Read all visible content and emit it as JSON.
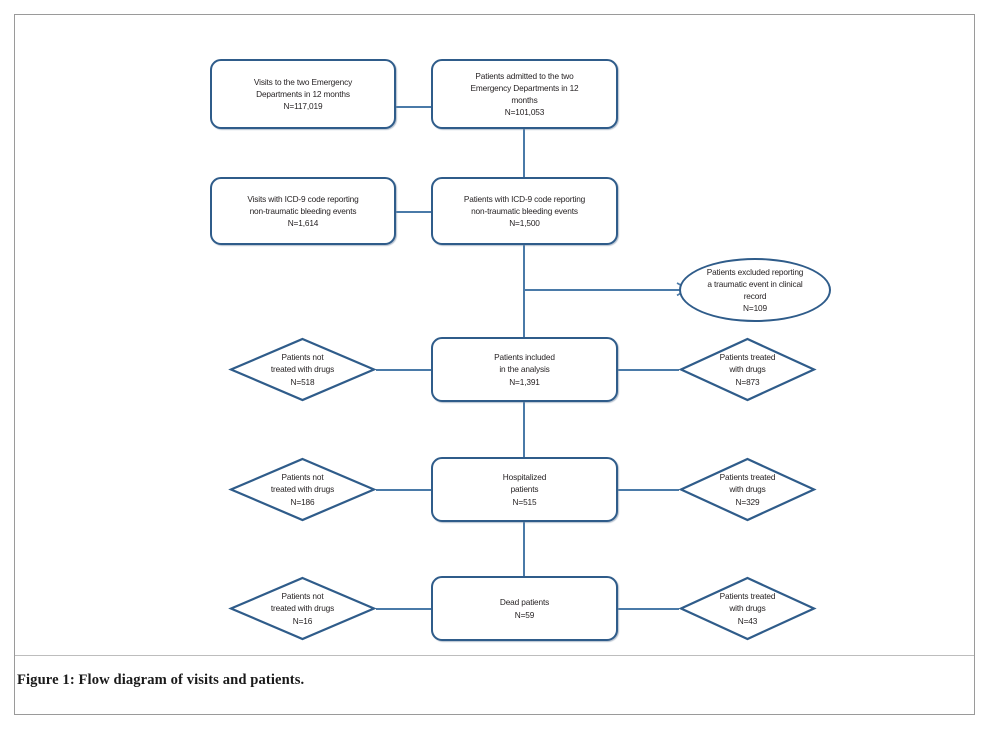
{
  "figure": {
    "caption": "Figure 1: Flow diagram of visits and patients.",
    "accent_color": "#2f5c8a",
    "connector_color": "#4a7aa8",
    "frame_color": "#9a9a9a"
  },
  "diagram": {
    "type": "flow-diagram",
    "title": "Flow diagram of visits and patients",
    "nodes": [
      {
        "id": "visits-total",
        "shape": "rounded-rect",
        "text": "Visits to the two Emergency\nDepartments in 12 months\nN=117,019",
        "label": "Visits to the two Emergency Departments in 12 months",
        "n": "117,019"
      },
      {
        "id": "patients-admitted",
        "shape": "rounded-rect",
        "text": "Patients admitted to the two\nEmergency Departments in 12\nmonths\nN=101,053",
        "label": "Patients admitted to the two Emergency Departments in 12 months",
        "n": "101,053"
      },
      {
        "id": "visits-icd9",
        "shape": "rounded-rect",
        "text": "Visits with ICD-9 code reporting\nnon-traumatic bleeding events\nN=1,614",
        "label": "Visits with ICD-9 code reporting non-traumatic bleeding events",
        "n": "1,614"
      },
      {
        "id": "patients-icd9",
        "shape": "rounded-rect",
        "text": "Patients with ICD-9 code reporting\nnon-traumatic bleeding events\nN=1,500",
        "label": "Patients with ICD-9 code reporting non-traumatic bleeding events",
        "n": "1,500"
      },
      {
        "id": "patients-excluded",
        "shape": "ellipse",
        "text": "Patients excluded reporting\na traumatic event in clinical\nrecord\nN=109",
        "label": "Patients excluded reporting a traumatic event in clinical record",
        "n": "109"
      },
      {
        "id": "patients-included",
        "shape": "rounded-rect",
        "text": "Patients included\nin the analysis\nN=1,391",
        "label": "Patients included in the analysis",
        "n": "1,391"
      },
      {
        "id": "included-not-treated",
        "shape": "diamond",
        "text": "Patients not\ntreated with drugs\nN=518",
        "label": "Patients not treated with drugs",
        "n": "518"
      },
      {
        "id": "included-treated",
        "shape": "diamond",
        "text": "Patients treated\nwith drugs\nN=873",
        "label": "Patients treated with drugs",
        "n": "873"
      },
      {
        "id": "hospitalized",
        "shape": "rounded-rect",
        "text": "Hospitalized\npatients\nN=515",
        "label": "Hospitalized patients",
        "n": "515"
      },
      {
        "id": "hospitalized-not-treated",
        "shape": "diamond",
        "text": "Patients not\ntreated with drugs\nN=186",
        "label": "Patients not treated with drugs",
        "n": "186"
      },
      {
        "id": "hospitalized-treated",
        "shape": "diamond",
        "text": "Patients treated\nwith drugs\nN=329",
        "label": "Patients treated with drugs",
        "n": "329"
      },
      {
        "id": "dead",
        "shape": "rounded-rect",
        "text": "Dead patients\nN=59",
        "label": "Dead patients",
        "n": "59"
      },
      {
        "id": "dead-not-treated",
        "shape": "diamond",
        "text": "Patients not\ntreated with drugs\nN=16",
        "label": "Patients not treated with drugs",
        "n": "16"
      },
      {
        "id": "dead-treated",
        "shape": "diamond",
        "text": "Patients treated\nwith drugs\nN=43",
        "label": "Patients treated with drugs",
        "n": "43"
      }
    ],
    "edges": [
      {
        "from": "visits-total",
        "to": "patients-admitted",
        "style": "line"
      },
      {
        "from": "patients-admitted",
        "to": "patients-icd9",
        "style": "line"
      },
      {
        "from": "visits-icd9",
        "to": "patients-icd9",
        "style": "line"
      },
      {
        "from": "patients-icd9",
        "to": "patients-excluded",
        "style": "arrow"
      },
      {
        "from": "patients-icd9",
        "to": "patients-included",
        "style": "line"
      },
      {
        "from": "patients-included",
        "to": "included-not-treated",
        "style": "line"
      },
      {
        "from": "patients-included",
        "to": "included-treated",
        "style": "line"
      },
      {
        "from": "patients-included",
        "to": "hospitalized",
        "style": "line"
      },
      {
        "from": "hospitalized",
        "to": "hospitalized-not-treated",
        "style": "line"
      },
      {
        "from": "hospitalized",
        "to": "hospitalized-treated",
        "style": "line"
      },
      {
        "from": "hospitalized",
        "to": "dead",
        "style": "line"
      },
      {
        "from": "dead",
        "to": "dead-not-treated",
        "style": "line"
      },
      {
        "from": "dead",
        "to": "dead-treated",
        "style": "line"
      }
    ]
  }
}
